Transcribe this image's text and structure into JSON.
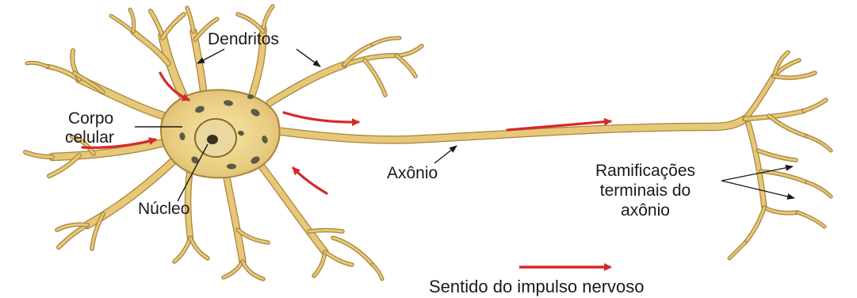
{
  "labels": {
    "dendritos": "Dendritos",
    "corpo_line1": "Corpo",
    "corpo_line2": "celular",
    "nucleo": "Núcleo",
    "axonio": "Axônio",
    "ramificacoes_line1": "Ramificações",
    "ramificacoes_line2": "terminais do",
    "ramificacoes_line3": "axônio"
  },
  "legend": {
    "text": "Sentido do impulso nervoso"
  },
  "colors": {
    "neuron_fill": "#e6c878",
    "neuron_stroke": "#a8843a",
    "soma_fill": "#f0dc94",
    "nucleus_fill": "#ead8a0",
    "nucleus_stroke": "#8a6a2a",
    "nucleolus": "#3a3020",
    "organelle": "#5a5a48",
    "arrow": "#d42a2a",
    "pointer": "#1a1a1a"
  },
  "icons": {
    "impulse_arrow": "red-arrow-icon",
    "pointer": "black-leader-line"
  }
}
